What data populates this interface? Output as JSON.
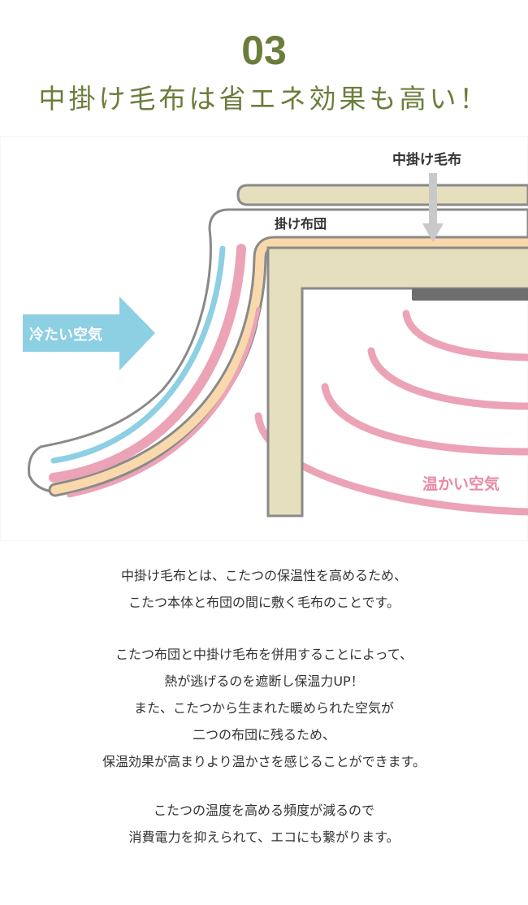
{
  "header": {
    "number": "03",
    "title": "中掛け毛布は省エネ効果も高い！"
  },
  "diagram": {
    "label_middle_blanket": "中掛け毛布",
    "label_comforter": "掛け布団",
    "label_cold_air": "冷たい空気",
    "label_warm_air": "温かい空気",
    "colors": {
      "cold": "#8dcfe3",
      "warm": "#eba3b5",
      "blanket": "#f9d9ab",
      "table": "#e6dfbd"
    }
  },
  "paragraphs": [
    [
      "中掛け毛布とは、こたつの保温性を高めるため、",
      "こたつ本体と布団の間に敷く毛布のことです。"
    ],
    [
      "こたつ布団と中掛け毛布を併用することによって、",
      "熱が逃げるのを遮断し保温力UP！",
      "また、こたつから生まれた暖められた空気が",
      "二つの布団に残るため、",
      "保温効果が高まりより温かさを感じることができます。"
    ],
    [
      "こたつの温度を高める頻度が減るので",
      "消費電力を抑えられて、エコにも繋がります。"
    ]
  ]
}
